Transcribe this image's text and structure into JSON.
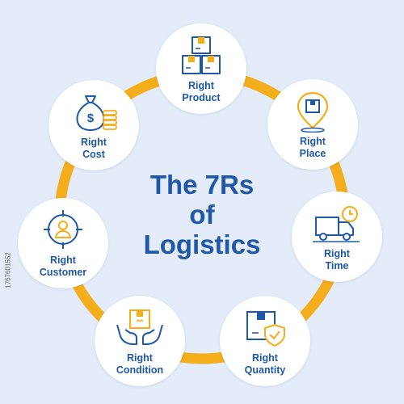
{
  "title": {
    "line1": "The 7Rs",
    "line2": "of",
    "line3": "Logistics"
  },
  "colors": {
    "ring": "#f4ad1b",
    "primary": "#1f58a8",
    "accent": "#f4ad1b",
    "background": "#e3ecf8"
  },
  "nodes": [
    {
      "id": "product",
      "line1": "Right",
      "line2": "Product",
      "icon": "stacked-boxes-icon"
    },
    {
      "id": "place",
      "line1": "Right",
      "line2": "Place",
      "icon": "location-pin-box-icon"
    },
    {
      "id": "time",
      "line1": "Right",
      "line2": "Time",
      "icon": "delivery-truck-clock-icon"
    },
    {
      "id": "quantity",
      "line1": "Right",
      "line2": "Quantity",
      "icon": "box-shield-check-icon"
    },
    {
      "id": "condition",
      "line1": "Right",
      "line2": "Condition",
      "icon": "hands-holding-box-icon"
    },
    {
      "id": "customer",
      "line1": "Right",
      "line2": "Customer",
      "icon": "customer-target-icon"
    },
    {
      "id": "cost",
      "line1": "Right",
      "line2": "Cost",
      "icon": "money-bag-coins-icon"
    }
  ],
  "side_id": "1767601552"
}
